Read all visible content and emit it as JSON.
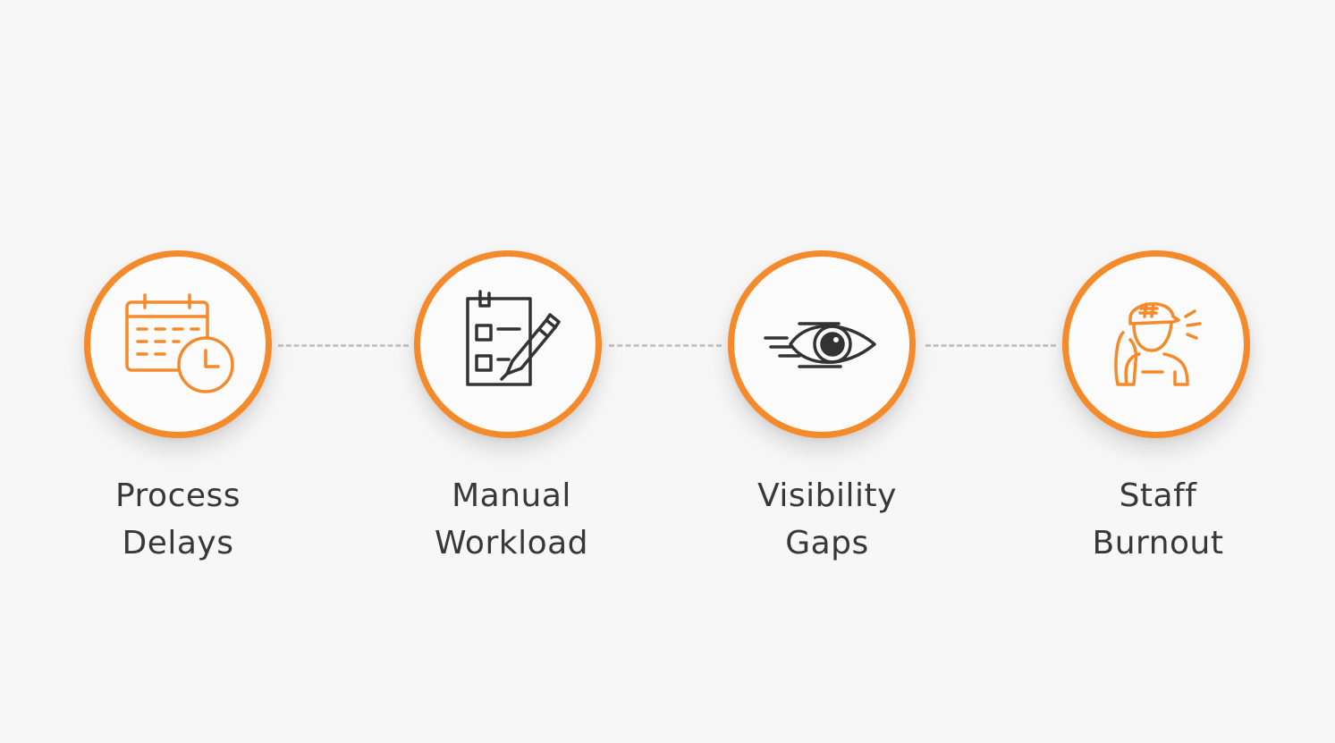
{
  "accent_color": "#f58a2a",
  "icon_dark_color": "#333333",
  "connector_color": "#c4c4c4",
  "steps": [
    {
      "icon": "calendar-clock-icon",
      "label_line1": "Process",
      "label_line2": "Delays"
    },
    {
      "icon": "checklist-pencil-icon",
      "label_line1": "Manual",
      "label_line2": "Workload"
    },
    {
      "icon": "eye-icon",
      "label_line1": "Visibility",
      "label_line2": "Gaps"
    },
    {
      "icon": "stressed-worker-icon",
      "label_line1": "Staff",
      "label_line2": "Burnout"
    }
  ]
}
